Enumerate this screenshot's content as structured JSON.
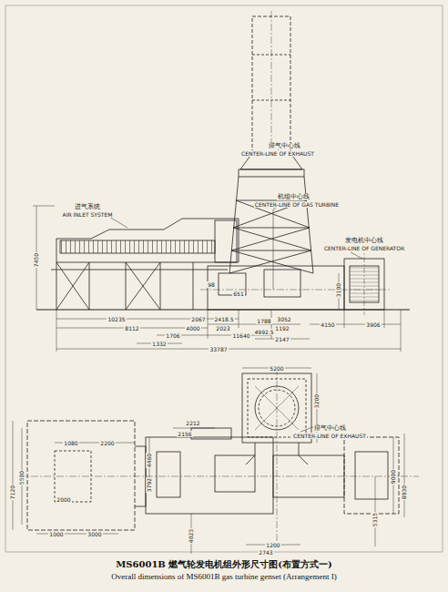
{
  "diagram": {
    "title": "MS6001B 燃气轮发电机组外形尺寸图(布置方式一)",
    "caption": "Overall dimensions of MS6001B gas turbine genset (Arrangement I)",
    "labels": [
      "排气中心线",
      "CENTER-LINE OF EXHAUST",
      "进气系统",
      "AIR INLET SYSTEM",
      "机组中心线",
      "CENTER-LINE OF GAS TURBINE",
      "发电机中心线",
      "CENTER-LINE OF GENERATOR",
      "7450",
      "10235",
      "8112",
      "1706",
      "2067",
      "4000",
      "2418.5",
      "2023",
      "1788",
      "1192",
      "3052",
      "11640",
      "4992.5",
      "2147",
      "1332",
      "33787",
      "3100",
      "4150",
      "3906",
      "98",
      "651",
      "5200",
      "排气中心线",
      "CENTER-LINE OF EXHAUST",
      "3200",
      "2212",
      "2156",
      "4460",
      "3792",
      "7120",
      "5500",
      "1080",
      "2200",
      "2000",
      "1000",
      "3000",
      "9000",
      "8930",
      "5315",
      "4023",
      "1200",
      "2743"
    ]
  }
}
